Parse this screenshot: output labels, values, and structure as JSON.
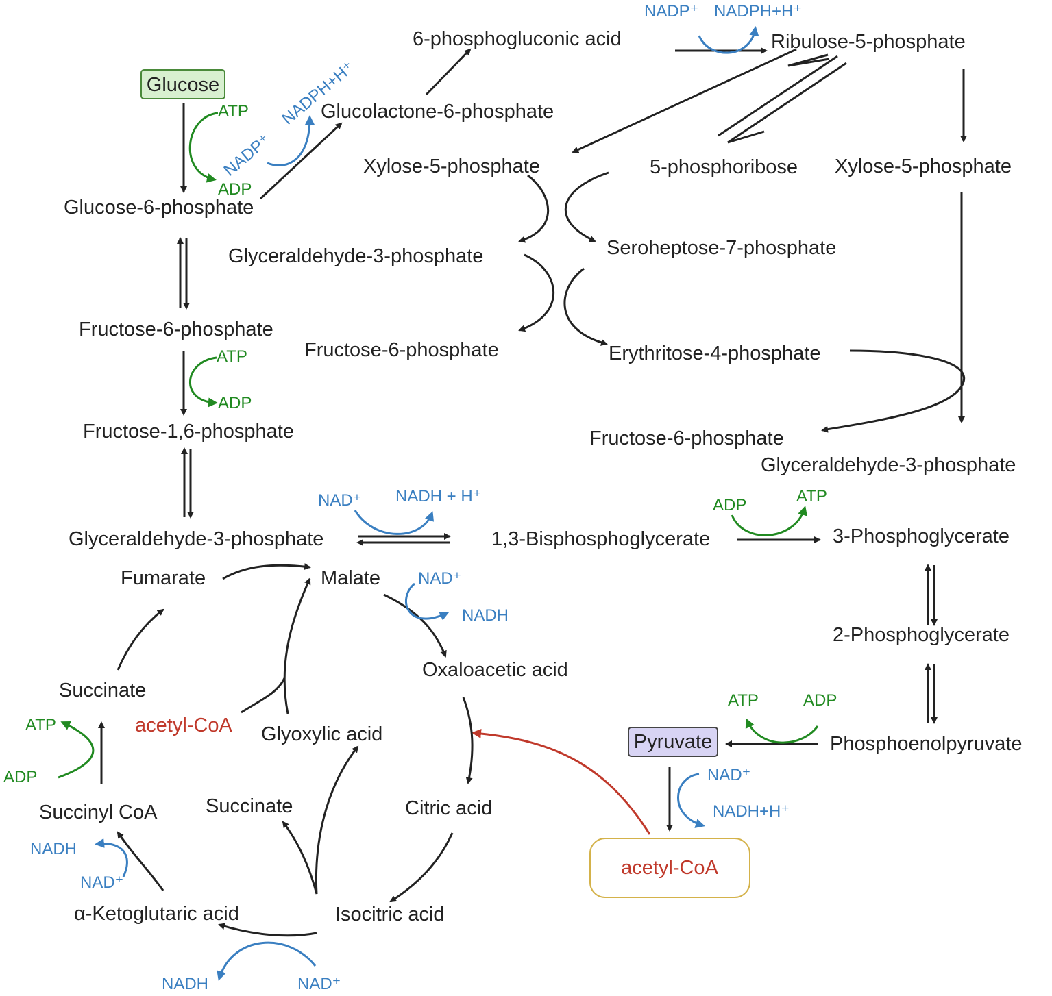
{
  "metabolites": {
    "glucose": "Glucose",
    "glucose_6_phosphate": "Glucose-6-phosphate",
    "glucolactone_6_phosphate": "Glucolactone-6-phosphate",
    "phosphogluconic_acid": "6-phosphogluconic acid",
    "ribulose_5_phosphate": "Ribulose-5-phosphate",
    "xylose_5_phosphate_left": "Xylose-5-phosphate",
    "phosphoribose": "5-phosphoribose",
    "xylose_5_phosphate_right": "Xylose-5-phosphate",
    "glyceraldehyde_3_phosphate_ppp": "Glyceraldehyde-3-phosphate",
    "seroheptose_7_phosphate": "Seroheptose-7-phosphate",
    "fructose_6_phosphate_ppp": "Fructose-6-phosphate",
    "erythritose_4_phosphate": "Erythritose-4-phosphate",
    "fructose_6_phosphate_right": "Fructose-6-phosphate",
    "glyceraldehyde_3_phosphate_right": "Glyceraldehyde-3-phosphate",
    "fructose_6_phosphate": "Fructose-6-phosphate",
    "fructose_1_6_phosphate": "Fructose-1,6-phosphate",
    "glyceraldehyde_3_phosphate": "Glyceraldehyde-3-phosphate",
    "bisphosphoglycerate": "1,3-Bisphosphoglycerate",
    "phosphoglycerate_3": "3-Phosphoglycerate",
    "phosphoglycerate_2": "2-Phosphoglycerate",
    "phosphoenolpyruvate": "Phosphoenolpyruvate",
    "pyruvate": "Pyruvate",
    "acetyl_coa_box": "acetyl-CoA",
    "fumarate": "Fumarate",
    "malate": "Malate",
    "oxaloacetic_acid": "Oxaloacetic acid",
    "citric_acid": "Citric acid",
    "isocitric_acid": "Isocitric acid",
    "alpha_ketoglutaric_acid": "α-Ketoglutaric acid",
    "succinyl_coa": "Succinyl CoA",
    "succinate": "Succinate",
    "succinate_glyoxylate": "Succinate",
    "glyoxylic_acid": "Glyoxylic acid",
    "acetyl_coa_glyoxylate": "acetyl-CoA"
  },
  "cofactors": {
    "atp_hexokinase": "ATP",
    "adp_hexokinase": "ADP",
    "nadp_g6pdh": "NADP⁺",
    "nadph_g6pdh": "NADPH+H⁺",
    "nadp_6pgdh": "NADP⁺",
    "nadph_6pgdh": "NADPH+H⁺",
    "atp_pfk": "ATP",
    "adp_pfk": "ADP",
    "nad_gapdh": "NAD⁺",
    "nadh_gapdh": "NADH + H⁺",
    "adp_pgk": "ADP",
    "atp_pgk": "ATP",
    "atp_pk": "ATP",
    "adp_pk": "ADP",
    "nad_pdh": "NAD⁺",
    "nadh_pdh": "NADH+H⁺",
    "nad_mdh": "NAD⁺",
    "nadh_mdh": "NADH",
    "nadh_akgdh": "NADH",
    "nad_akgdh": "NAD⁺",
    "atp_scs": "ATP",
    "adp_scs": "ADP",
    "nadh_idh": "NADH",
    "nad_idh": "NAD⁺"
  },
  "colors": {
    "text": "#222222",
    "cofactor_nad": "#3a7fc1",
    "cofactor_atp": "#218a21",
    "acetyl_coa": "#c0392b",
    "glucose_box_fill": "#d8f0d0",
    "glucose_box_border": "#4a8a3a",
    "pyruvate_box_fill": "#d8d4f4",
    "pyruvate_box_border": "#444444",
    "acetyl_coa_box_border": "#d4b24a"
  }
}
